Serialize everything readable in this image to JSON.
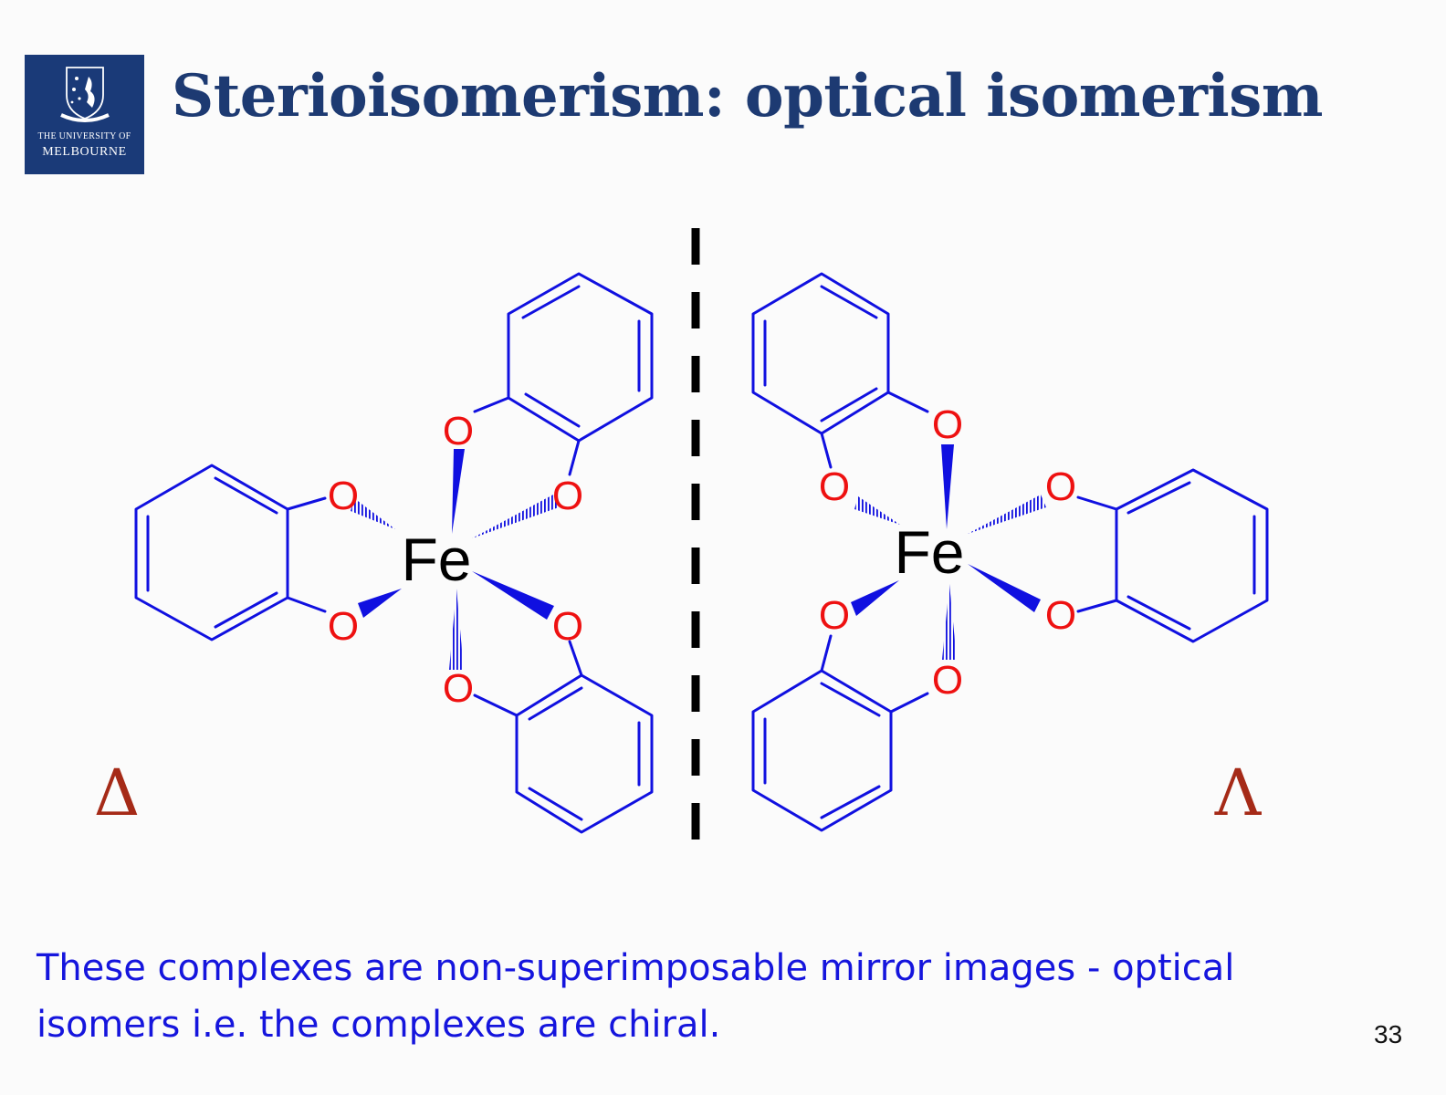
{
  "logo": {
    "line1": "THE UNIVERSITY OF",
    "line2": "MELBOURNE",
    "emblem_icon": "university-crest-icon"
  },
  "title": "Sterioisomerism: optical isomerism",
  "diagram": {
    "left_complex": {
      "metal": "Fe",
      "atom_label": "O",
      "isomer_label": "Δ"
    },
    "right_complex": {
      "metal": "Fe",
      "atom_label": "O",
      "isomer_label": "Λ"
    },
    "mirror_plane": "dashed-line",
    "colors": {
      "bond": "#1010e0",
      "oxygen": "#ee1111",
      "metal": "#000000",
      "isomer_label": "#a52a17",
      "mirror": "#000000"
    }
  },
  "caption": "These complexes are non-superimposable mirror images - optical isomers i.e. the complexes are chiral.",
  "page_number": "33"
}
